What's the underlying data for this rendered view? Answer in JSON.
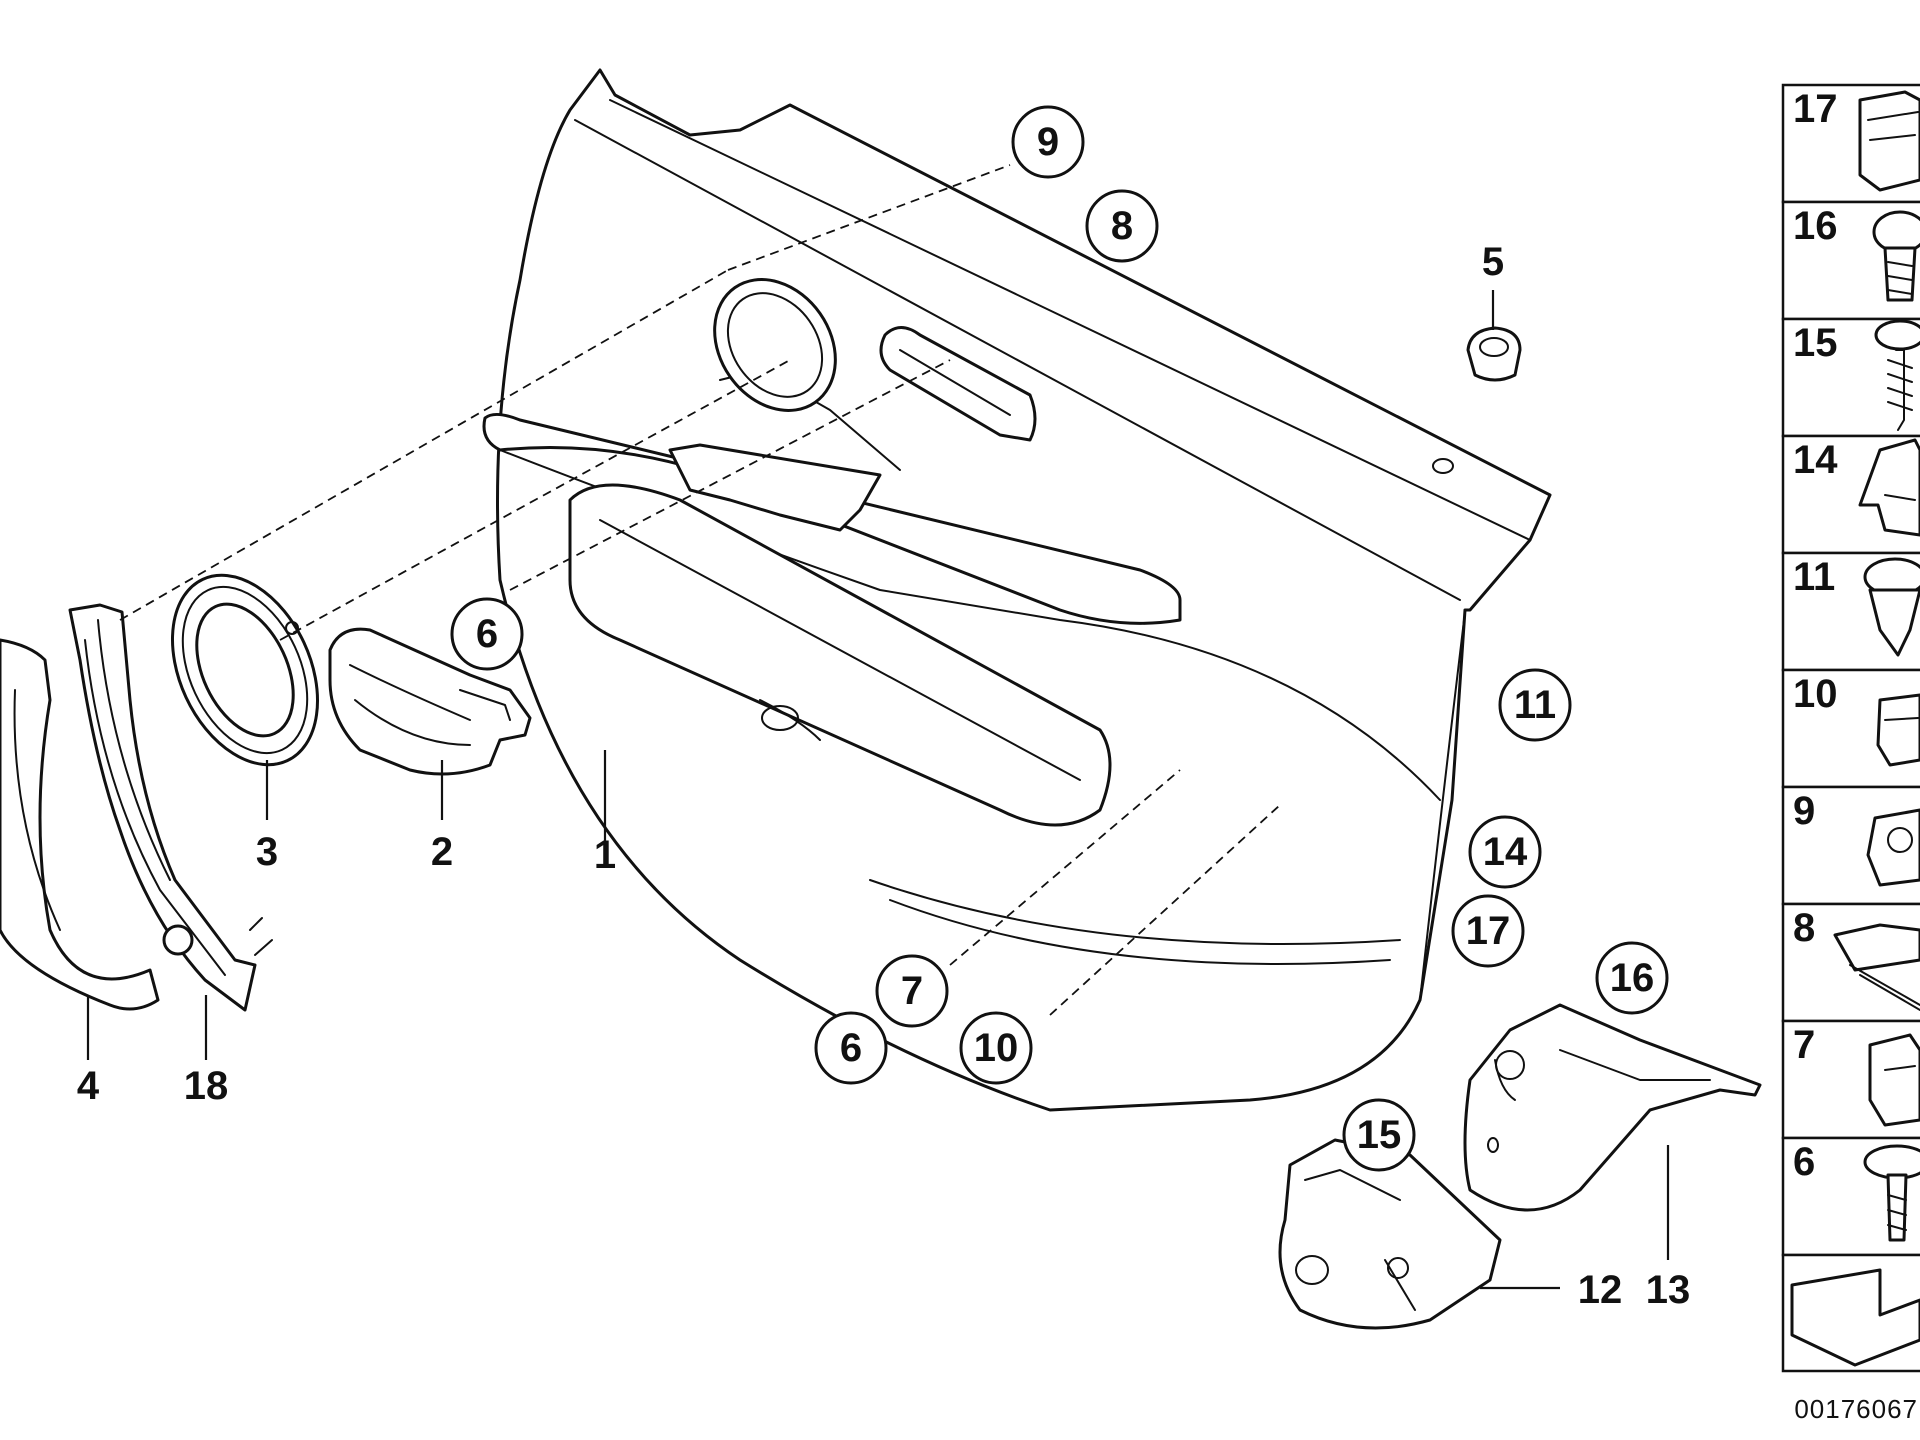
{
  "diagram": {
    "callouts_main": {
      "c1": "1",
      "c2": "2",
      "c3": "3",
      "c4": "4",
      "c5": "5",
      "c6a": "6",
      "c6b": "6",
      "c7": "7",
      "c8": "8",
      "c9": "9",
      "c10": "10",
      "c11": "11",
      "c12": "12",
      "c13": "13",
      "c14": "14",
      "c15": "15",
      "c16": "16",
      "c17": "17",
      "c18": "18"
    },
    "legend": [
      "17",
      "16",
      "15",
      "14",
      "11",
      "10",
      "9",
      "8",
      "7",
      "6"
    ],
    "diagram_code": "00176067"
  }
}
